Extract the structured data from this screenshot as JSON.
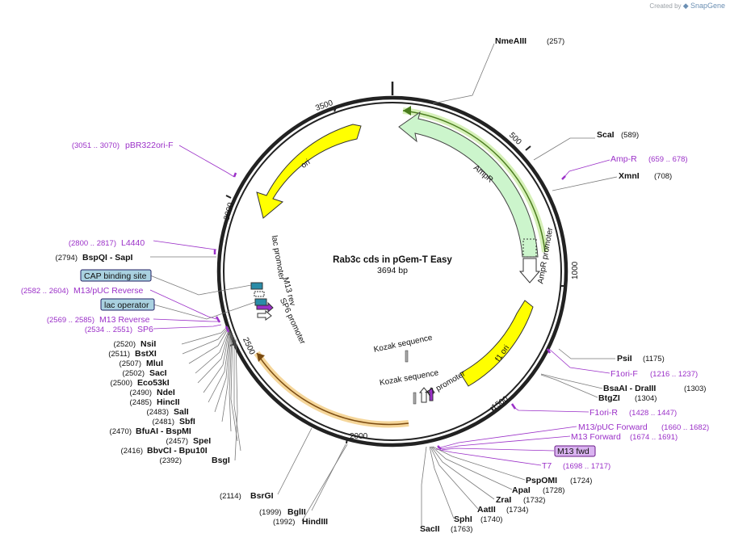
{
  "brand": {
    "created_by": "Created by",
    "app": "SnapGene"
  },
  "plasmid": {
    "name": "Rab3c cds in pGem-T Easy",
    "size": "3694 bp"
  },
  "ticks": [
    "500",
    "1000",
    "1500",
    "2000",
    "2500",
    "3000",
    "3500"
  ],
  "features": {
    "ori": "ori",
    "ampr": "AmpR",
    "ampr_promoter": "AmpR promoter",
    "f1_ori": "f1 ori",
    "lac_promoter": "lac promoter",
    "m13_rev": "M13 rev",
    "sp6_promoter": "SP6 promoter",
    "kozak1": "Kozak sequence",
    "kozak2": "Kozak sequence",
    "t7_promoter": "T7 promoter"
  },
  "sites": [
    {
      "name": "NmeAIII",
      "pos": "(257)"
    },
    {
      "name": "ScaI",
      "pos": "(589)"
    },
    {
      "name": "XmnI",
      "pos": "(708)"
    },
    {
      "name": "PsiI",
      "pos": "(1175)"
    },
    {
      "name": "BsaAI   - DraIII",
      "pos": "(1303)"
    },
    {
      "name": "BtgZI",
      "pos": "(1304)"
    },
    {
      "name": "PspOMI",
      "pos": "(1724)"
    },
    {
      "name": "ApaI",
      "pos": "(1728)"
    },
    {
      "name": "ZraI",
      "pos": "(1732)"
    },
    {
      "name": "AatII",
      "pos": "(1734)"
    },
    {
      "name": "SphI",
      "pos": "(1740)"
    },
    {
      "name": "SacII",
      "pos": "(1763)"
    },
    {
      "name": "BsrGI",
      "pos": "(2114)"
    },
    {
      "name": "BglII",
      "pos": "(1999)"
    },
    {
      "name": "HindIII",
      "pos": "(1992)"
    },
    {
      "name": "BsgI",
      "pos": "(2392)"
    },
    {
      "name": "BbvCI   - Bpu10I",
      "pos": "(2416)"
    },
    {
      "name": "SpeI",
      "pos": "(2457)"
    },
    {
      "name": "BfuAI   - BspMI",
      "pos": "(2470)"
    },
    {
      "name": "SbfI",
      "pos": "(2481)"
    },
    {
      "name": "SalI",
      "pos": "(2483)"
    },
    {
      "name": "HincII",
      "pos": "(2485)"
    },
    {
      "name": "NdeI",
      "pos": "(2490)"
    },
    {
      "name": "Eco53kI",
      "pos": "(2500)"
    },
    {
      "name": "SacI",
      "pos": "(2502)"
    },
    {
      "name": "MluI",
      "pos": "(2507)"
    },
    {
      "name": "BstXI",
      "pos": "(2511)"
    },
    {
      "name": "NsiI",
      "pos": "(2520)"
    },
    {
      "name": "BspQI   - SapI",
      "pos": "(2794)"
    }
  ],
  "primers": [
    {
      "name": "Amp-R",
      "range": "(659 .. 678)"
    },
    {
      "name": "F1ori-F",
      "range": "(1216 .. 1237)"
    },
    {
      "name": "F1ori-R",
      "range": "(1428 .. 1447)"
    },
    {
      "name": "M13/pUC Forward",
      "range": "(1660 .. 1682)"
    },
    {
      "name": "M13 Forward",
      "range": "(1674 .. 1691)"
    },
    {
      "name": "T7",
      "range": "(1698 .. 1717)"
    },
    {
      "name": "SP6",
      "range": "(2534 .. 2551)"
    },
    {
      "name": "M13 Reverse",
      "range": "(2569 .. 2585)"
    },
    {
      "name": "M13/pUC Reverse",
      "range": "(2582 .. 2604)"
    },
    {
      "name": "L4440",
      "range": "(2800 .. 2817)"
    },
    {
      "name": "pBR322ori-F",
      "range": "(3051 .. 3070)"
    }
  ],
  "boxes": {
    "cap": "CAP binding site",
    "lac_op": "lac operator",
    "m13fwd": "M13 fwd"
  },
  "colors": {
    "backbone": "#222222",
    "primer": "#9b30c8",
    "ori": "#ffff00",
    "ampr": "#ccf5cc",
    "selected_band": "#a8d86e",
    "insert_band": "#f5c77e",
    "box": "#a9d1e0"
  }
}
